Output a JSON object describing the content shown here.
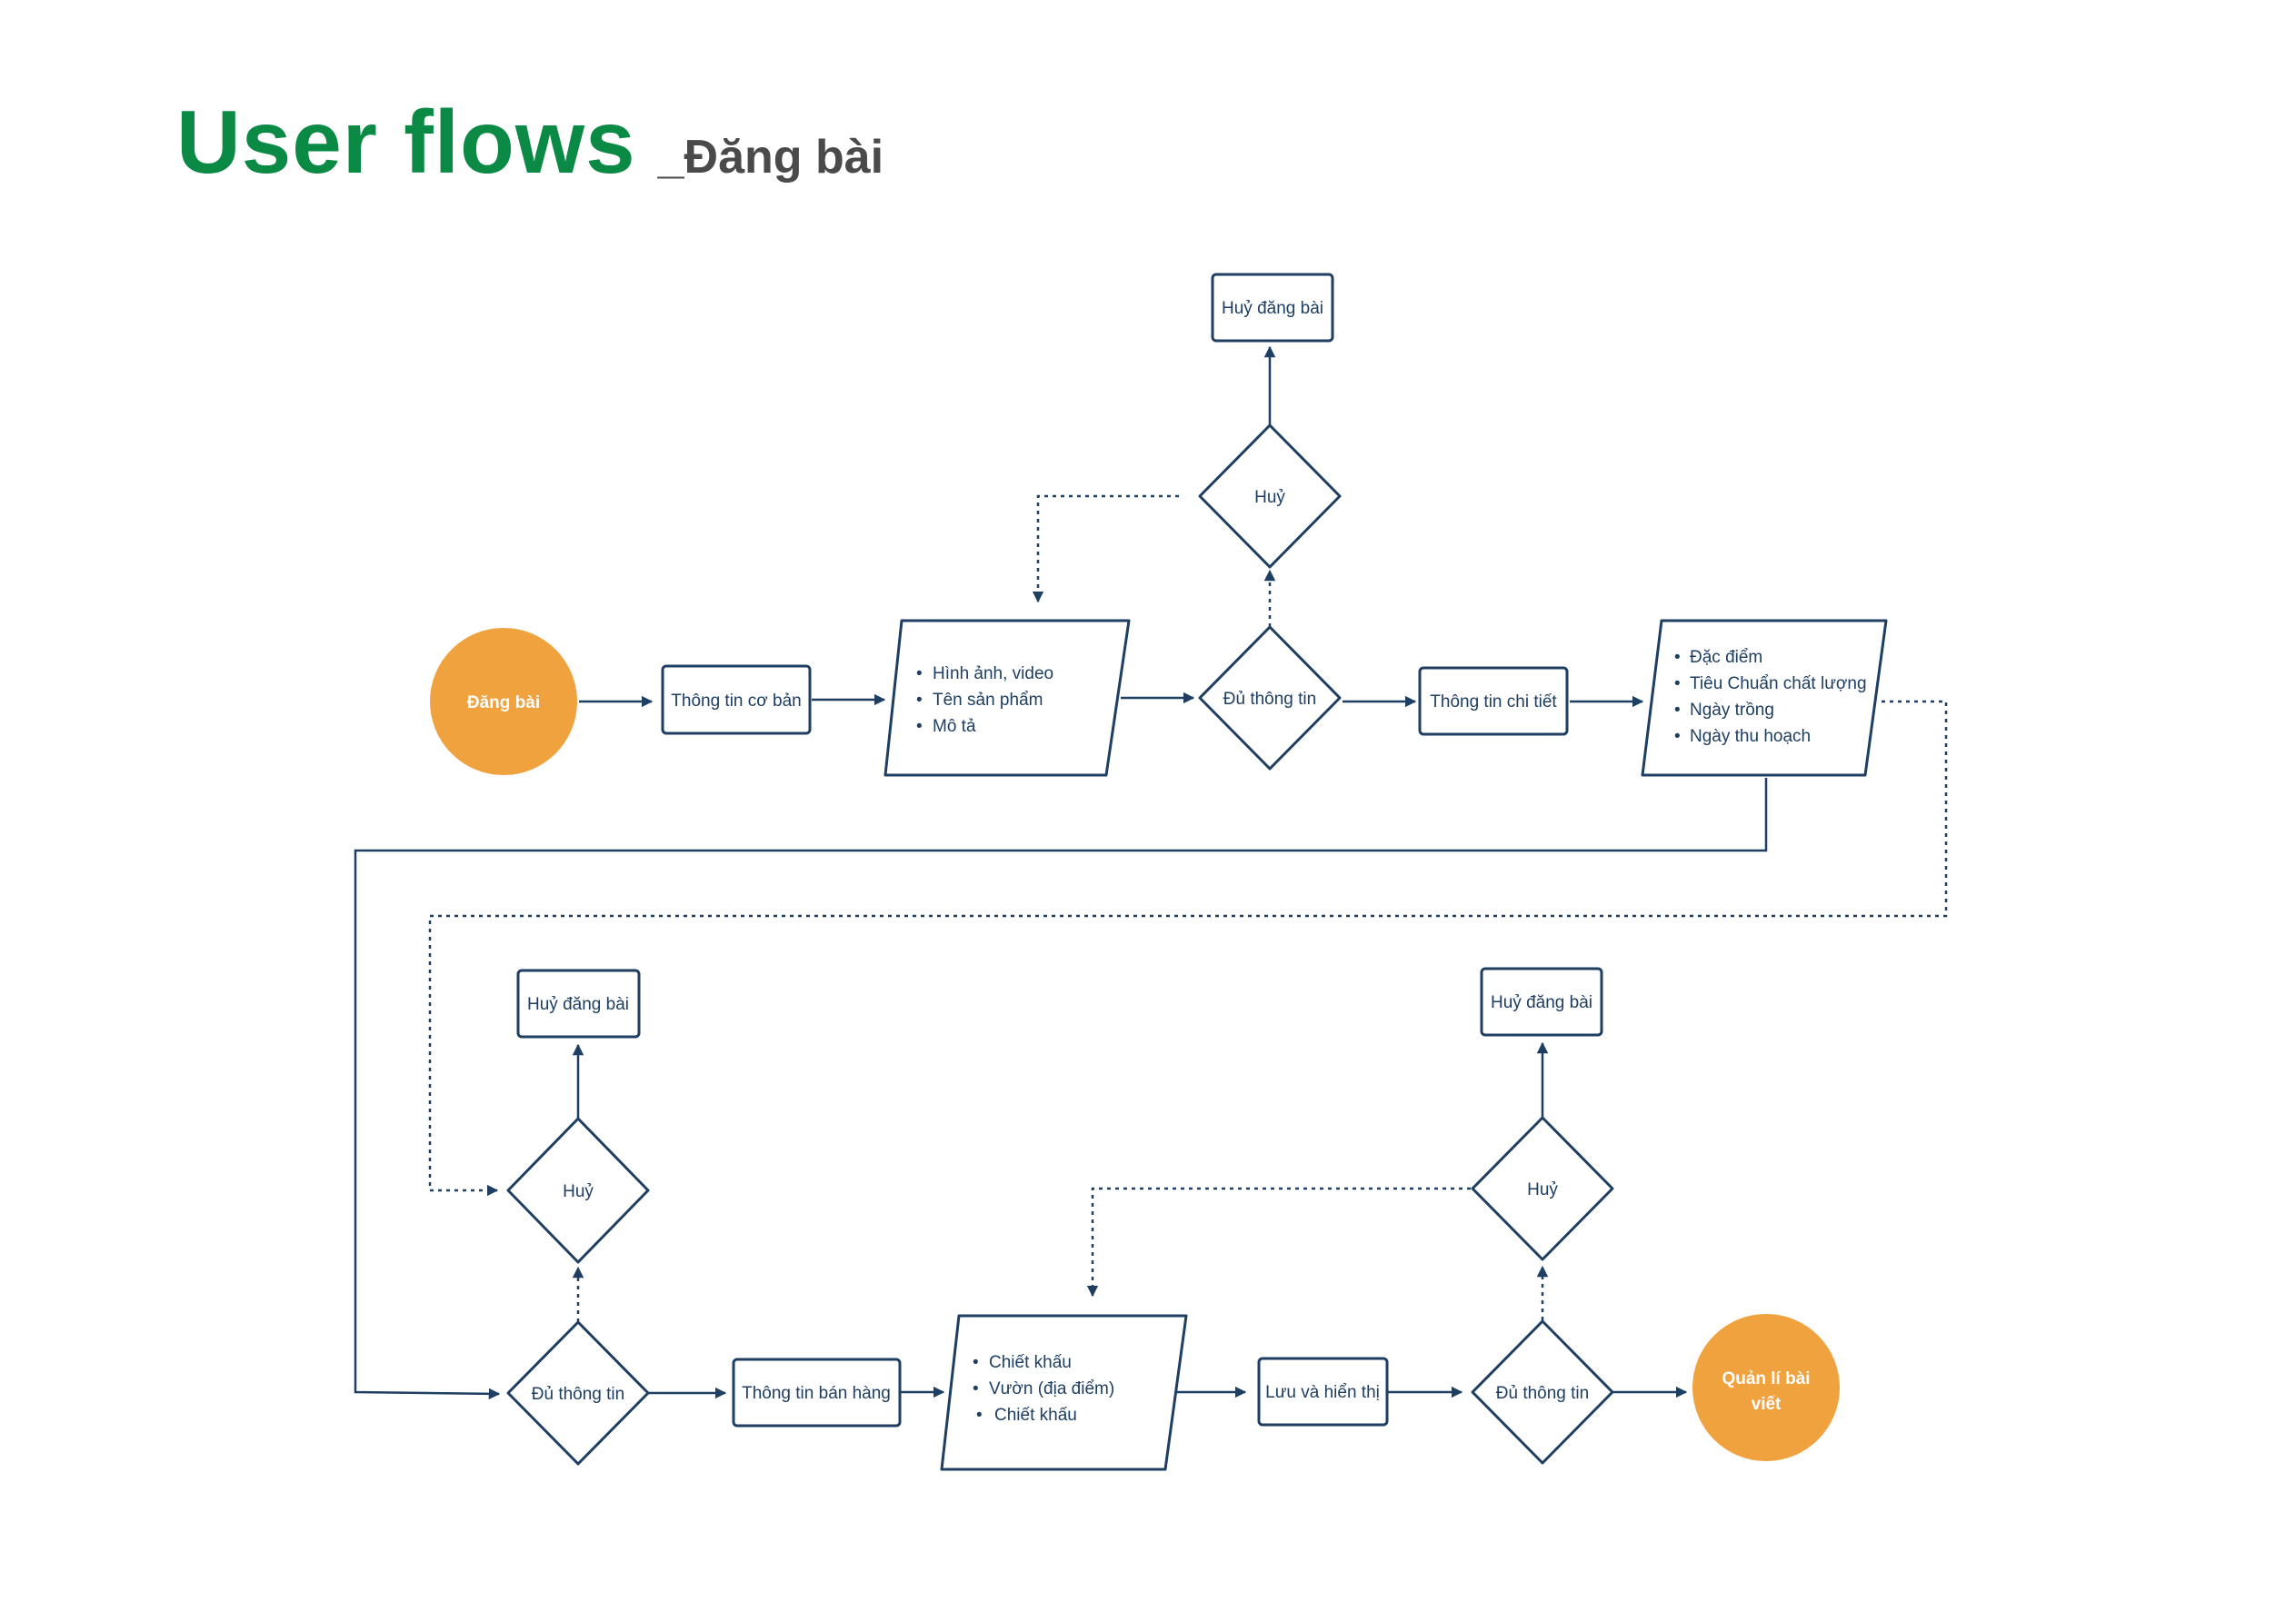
{
  "title": {
    "main": "User flows",
    "sub": "_Đăng bài"
  },
  "colors": {
    "title_green": "#0b8a46",
    "accent_orange": "#f0a23e",
    "line_navy": "#1e3e62",
    "subtitle_gray": "#4a4a4a"
  },
  "nodes": {
    "start": "Đăng bài",
    "basic_info": "Thông tin cơ bản",
    "basic_list": [
      "Hình ảnh, video",
      "Tên sản phẩm",
      "Mô tả"
    ],
    "check_1": "Đủ thông tin",
    "cancel_decision_1": "Huỷ",
    "cancel_post_1": "Huỷ đăng bài",
    "detail_info": "Thông tin chi tiết",
    "detail_list": [
      "Đặc điểm",
      "Tiêu Chuẩn chất lượng",
      "Ngày trồng",
      "Ngày thu hoạch"
    ],
    "check_2": "Đủ thông tin",
    "cancel_decision_2": "Huỷ",
    "cancel_post_2": "Huỷ đăng bài",
    "sales_info": "Thông tin bán hàng",
    "sales_list": [
      "Chiết khấu",
      "Vườn (địa điểm)",
      "Chiết khấu"
    ],
    "save_display": "Lưu và hiển thị",
    "check_3": "Đủ thông tin",
    "cancel_decision_3": "Huỷ",
    "cancel_post_3": "Huỷ đăng bài",
    "end_line1": "Quản lí bài",
    "end_line2": "viết"
  }
}
